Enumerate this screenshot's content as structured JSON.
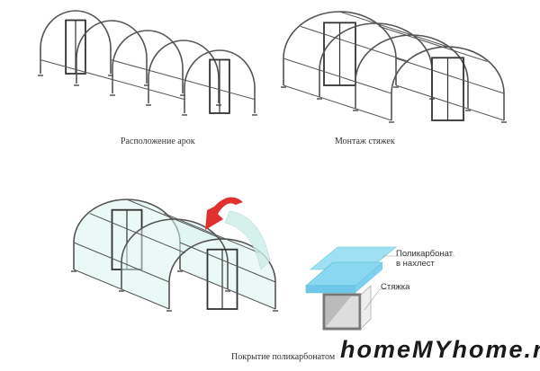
{
  "captions": {
    "arches": "Расположение арок",
    "ties": "Монтаж стяжек",
    "covering": "Покрытие поликарбонатом"
  },
  "detail": {
    "polycarbonate_line1": "Поликарбонат",
    "polycarbonate_line2": "в нахлест",
    "tie": "Стяжка"
  },
  "watermark": "homeMYhome.ru",
  "colors": {
    "frame": "#555555",
    "polycarbonate": "#7fd0ee",
    "arrow": "#e03030"
  }
}
